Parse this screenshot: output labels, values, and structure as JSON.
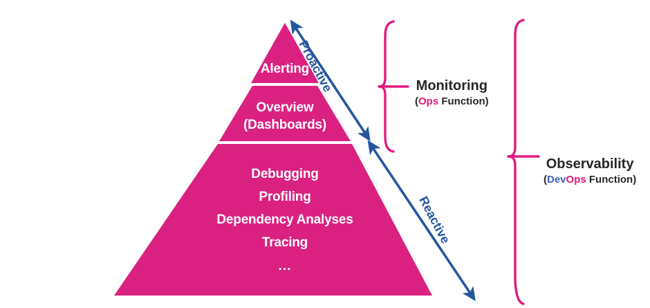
{
  "diagram": {
    "title": "Observability Pyramid",
    "background_color": "#FFFFFF",
    "pyramid": {
      "fill_color": "#DA2181",
      "divider_color": "#FFFFFF",
      "tiers": [
        {
          "id": "alerting",
          "lines": [
            "Alerting"
          ]
        },
        {
          "id": "overview",
          "lines": [
            "Overview",
            "(Dashboards)"
          ]
        },
        {
          "id": "deep-analysis",
          "lines": [
            "Debugging",
            "Profiling",
            "Dependency Analyses",
            "Tracing",
            "..."
          ]
        }
      ]
    },
    "axes": [
      {
        "id": "proactive",
        "label": "Proactive",
        "color": "#24579E",
        "style": "double-headed-arrow"
      },
      {
        "id": "reactive",
        "label": "Reactive",
        "color": "#24579E",
        "style": "double-headed-arrow"
      }
    ],
    "groups": [
      {
        "id": "monitoring",
        "brace_color": "#E2197F",
        "title": "Monitoring",
        "sub_open": "(",
        "sub_highlight_1": "Ops",
        "sub_highlight_1_color": "#E2197F",
        "sub_rest": " Function)"
      },
      {
        "id": "observability",
        "brace_color": "#E2197F",
        "title": "Observability",
        "sub_open": "(",
        "sub_highlight_1": "Dev",
        "sub_highlight_1_color": "#3B5FC0",
        "sub_highlight_2": "Ops",
        "sub_highlight_2_color": "#E2197F",
        "sub_rest": " Function)"
      }
    ]
  }
}
